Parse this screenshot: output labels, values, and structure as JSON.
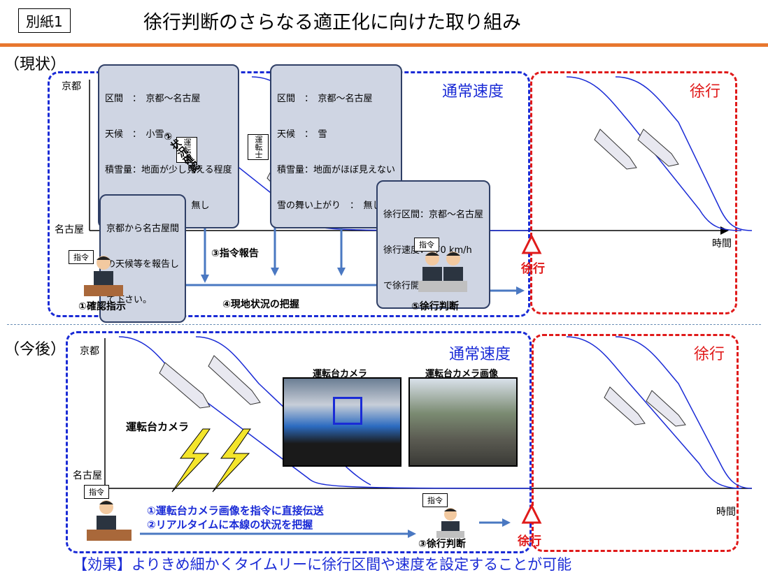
{
  "header": {
    "tag": "別紙1",
    "title": "徐行判断のさらなる適正化に向けた取り組み"
  },
  "current": {
    "section_label": "（現状）",
    "normal_zone": "通常速度",
    "slow_zone": "徐行",
    "y_top": "京都",
    "y_bottom": "名古屋",
    "x_label": "時間",
    "slow_marker": "徐行",
    "callout_1": [
      "区間　：　京都～名古屋",
      "天候　：　小雪",
      "積雪量：地面が少し見える程度",
      "雪の舞い上がり　：　無し"
    ],
    "callout_2": [
      "区間　：　京都～名古屋",
      "天候　：　雪",
      "積雪量：地面がほぼ見えない",
      "雪の舞い上がり　：　無し"
    ],
    "callout_3": [
      "京都から名古屋間",
      "の天候等を報告し",
      "て下さい。"
    ],
    "callout_4": [
      "徐行区間：京都～名古屋",
      "徐行速度：170 km/h",
      "で徐行開始"
    ],
    "driver_label": "運転士",
    "step_2": "②状況確認",
    "step_3": "③指令報告",
    "step_4": "④現地状況の把握",
    "step_1": "①確認指示",
    "step_5": "⑤徐行判断",
    "dispatch_badge_1": "指令",
    "dispatch_badge_2": "指令"
  },
  "future": {
    "section_label": "（今後）",
    "normal_zone": "通常速度",
    "slow_zone": "徐行",
    "y_top": "京都",
    "y_bottom": "名古屋",
    "x_label": "時間",
    "slow_marker": "徐行",
    "camera_label": "運転台カメラ",
    "photo_1_caption": "運転台カメラ",
    "photo_2_caption": "運転台カメラ画像",
    "point_1": "①運転台カメラ画像を指令に直接伝送",
    "point_2": "②リアルタイムに本線の状況を把握",
    "step_3": "③徐行判断",
    "dispatch_badge_1": "指令",
    "dispatch_badge_2": "指令"
  },
  "effect": "【効果】よりきめ細かくタイムリーに徐行区間や速度を設定することが可能"
}
